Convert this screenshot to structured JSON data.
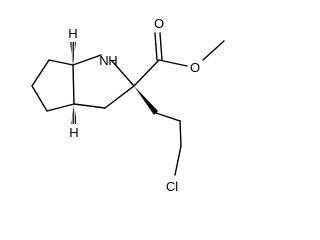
{
  "molecule": {
    "atom_labels": {
      "nitrogen": "N",
      "nitrogen_h": "H",
      "ester_oxygen": "O",
      "carbonyl_oxygen": "O",
      "chlorine": "Cl",
      "stereo_h_top": "H",
      "stereo_h_bottom": "H"
    },
    "colors": {
      "bond": "#000000",
      "label": "#000000",
      "background": "#ffffff"
    }
  }
}
